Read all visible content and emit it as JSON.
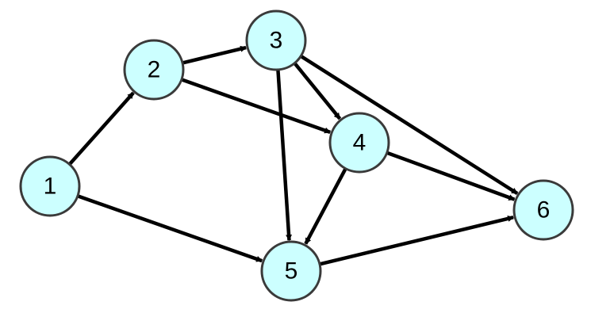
{
  "style": {
    "node_fill": "#ccffff",
    "node_stroke": "#3a3a3a",
    "edge_color": "#000000",
    "background": "#ffffff"
  },
  "nodes": [
    {
      "id": "1",
      "label": "1"
    },
    {
      "id": "2",
      "label": "2"
    },
    {
      "id": "3",
      "label": "3"
    },
    {
      "id": "4",
      "label": "4"
    },
    {
      "id": "5",
      "label": "5"
    },
    {
      "id": "6",
      "label": "6"
    }
  ],
  "edges": [
    {
      "from": "1",
      "to": "2"
    },
    {
      "from": "1",
      "to": "5"
    },
    {
      "from": "2",
      "to": "3"
    },
    {
      "from": "2",
      "to": "4"
    },
    {
      "from": "3",
      "to": "4"
    },
    {
      "from": "3",
      "to": "5"
    },
    {
      "from": "3",
      "to": "6"
    },
    {
      "from": "4",
      "to": "5"
    },
    {
      "from": "4",
      "to": "6"
    },
    {
      "from": "5",
      "to": "6"
    }
  ]
}
